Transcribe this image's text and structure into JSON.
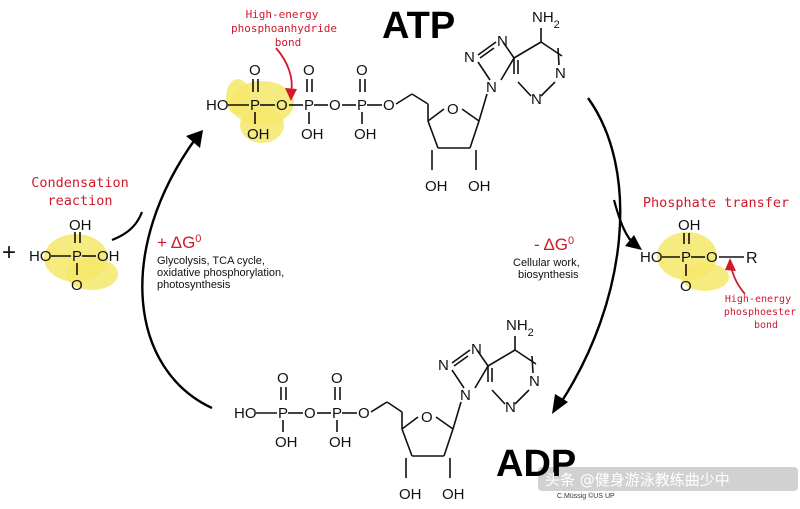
{
  "atp": {
    "title": "ATP",
    "nh2": "NH2",
    "oh": "OH"
  },
  "adp": {
    "title": "ADP"
  },
  "high_energy_anhydride": [
    "High-energy",
    "phosphoanhydride",
    "bond"
  ],
  "condensation": [
    "Condensation",
    "reaction"
  ],
  "phosphate_transfer": "Phosphate transfer",
  "high_energy_ester": [
    "High-energy",
    "phosphoester",
    "bond"
  ],
  "plus_dg": {
    "sign": "+ ΔG",
    "sup": "0",
    "lines": [
      "Glycolysis, TCA cycle,",
      "oxidative phosphorylation,",
      "photosynthesis"
    ]
  },
  "minus_dg": {
    "sign": "- ΔG",
    "sup": "0",
    "lines": [
      "Cellular work,",
      "biosynthesis"
    ]
  },
  "plus_sign": "+",
  "credit": "C.Müssig ©US UP",
  "watermark": "头条 @健身游泳教练曲少中",
  "colors": {
    "red": "#d0192b",
    "highlight": "#f4e769",
    "ink": "#111111"
  }
}
